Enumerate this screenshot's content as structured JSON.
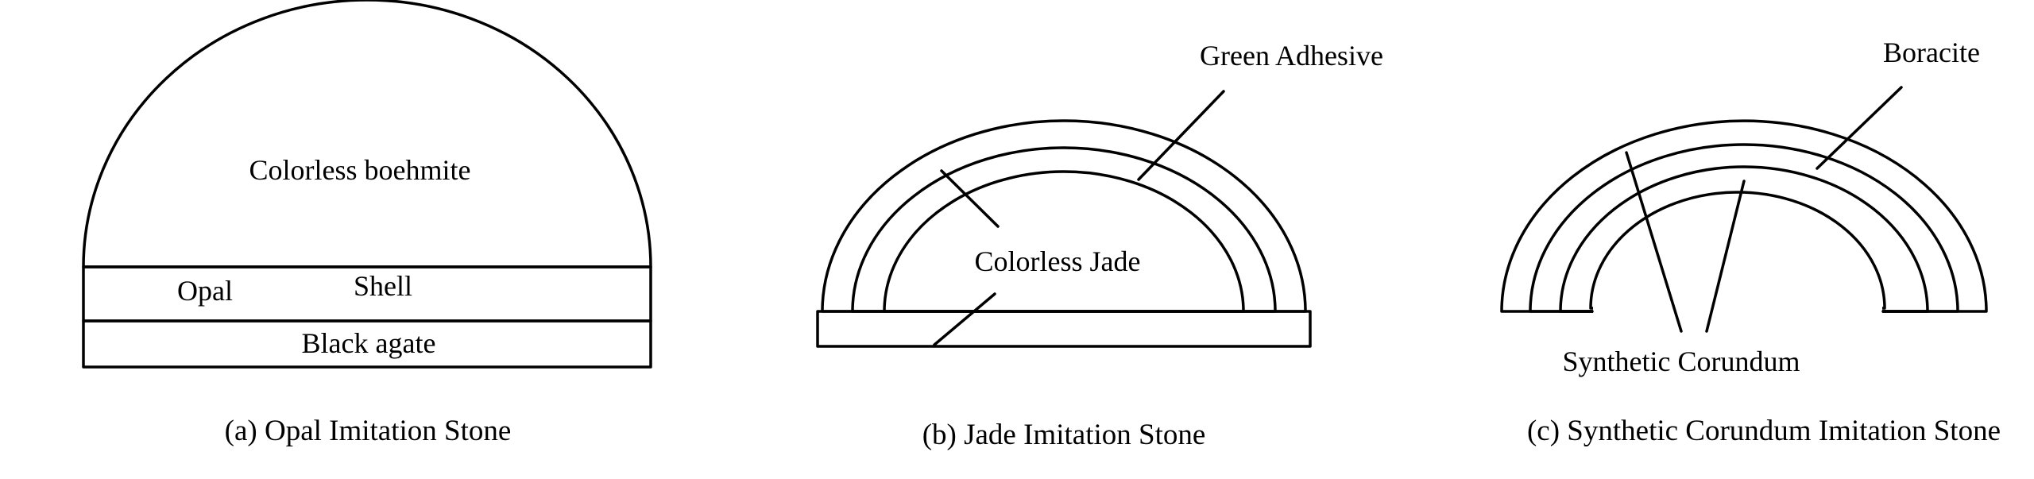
{
  "diagrams": [
    {
      "caption": "(a) Opal Imitation Stone",
      "labels": {
        "dome": "Colorless boehmite",
        "opal": "Opal",
        "shell": "Shell",
        "base": "Black agate"
      }
    },
    {
      "caption": "(b) Jade Imitation Stone",
      "labels": {
        "adhesive": "Green Adhesive",
        "core": "Colorless Jade"
      }
    },
    {
      "caption": "(c) Synthetic Corundum Imitation Stone",
      "labels": {
        "boracite": "Boracite",
        "corundum": "Synthetic Corundum"
      }
    }
  ],
  "colors": {
    "line": "#000000",
    "background": "#ffffff"
  }
}
